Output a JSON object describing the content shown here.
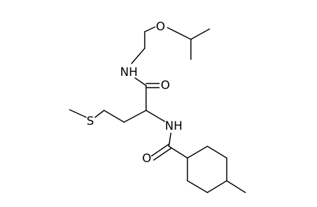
{
  "structure": {
    "atoms": {
      "o_ether": "O",
      "n_amide_top": "NH",
      "o_carbonyl_top": "O",
      "s_thioether": "S",
      "n_amide_mid": "NH",
      "o_carbonyl_bottom": "O"
    },
    "colors": {
      "bond": "#000000",
      "label": "#000000",
      "background": "#ffffff"
    }
  }
}
